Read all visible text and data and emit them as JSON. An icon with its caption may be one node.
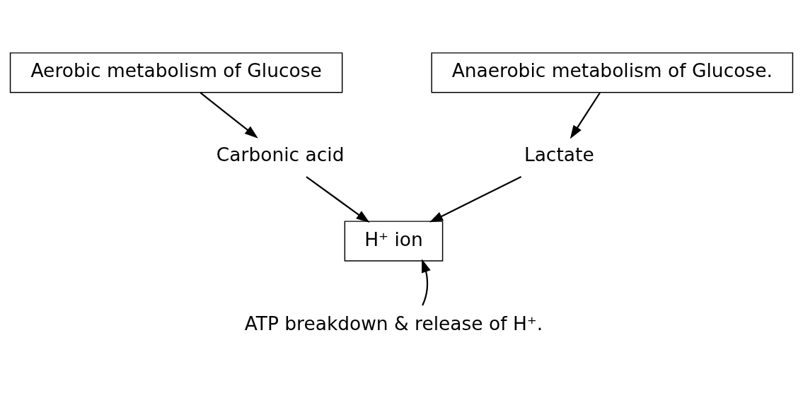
{
  "diagram": {
    "nodes": [
      {
        "text": [
          "Aerobic metabolism of Glucose"
        ]
      },
      {
        "text": [
          "Anaerobic metabolism of Glucose."
        ]
      },
      {
        "text": [
          "Carbonic acid"
        ]
      },
      {
        "text": [
          "Lactate"
        ]
      },
      {
        "text": [
          "H⁺ ion"
        ]
      },
      {
        "text": [
          "ATP breakdown & release of H⁺."
        ]
      }
    ],
    "edges": [
      {
        "from": 0,
        "to": 2,
        "arrow": "to"
      },
      {
        "from": 1,
        "to": 3,
        "arrow": "to"
      },
      {
        "from": 2,
        "to": 4,
        "arrow": "to"
      },
      {
        "from": 3,
        "to": 4,
        "arrow": "to"
      },
      {
        "from": 5,
        "to": 4,
        "arrow": "to"
      }
    ]
  }
}
